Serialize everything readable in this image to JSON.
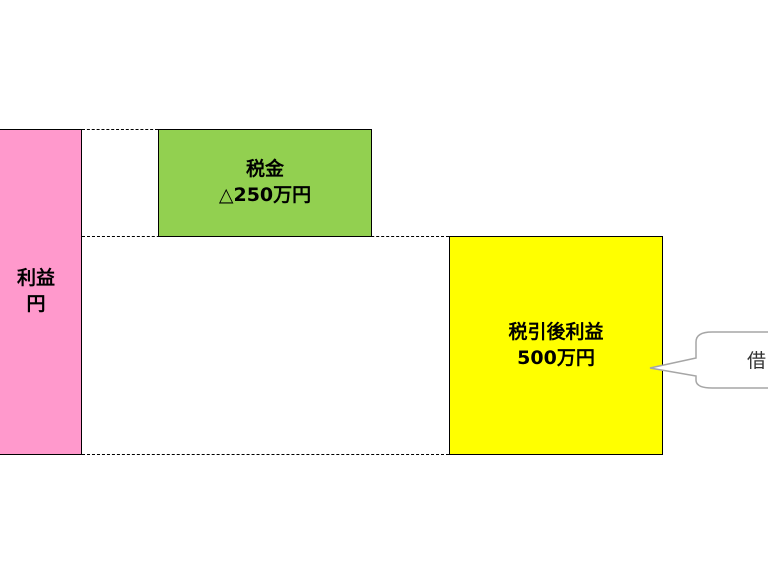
{
  "colors": {
    "pretax": "#ff99cc",
    "tax": "#92d050",
    "aftertax": "#ffff00",
    "callout_border": "#a6a6a6"
  },
  "pretax_box": {
    "line1": "利益",
    "line2": "円"
  },
  "tax_box": {
    "line1": "税金",
    "line2": "△250万円"
  },
  "aftertax_box": {
    "line1": "税引後利益",
    "line2": "500万円"
  },
  "callout": {
    "text": "借"
  }
}
